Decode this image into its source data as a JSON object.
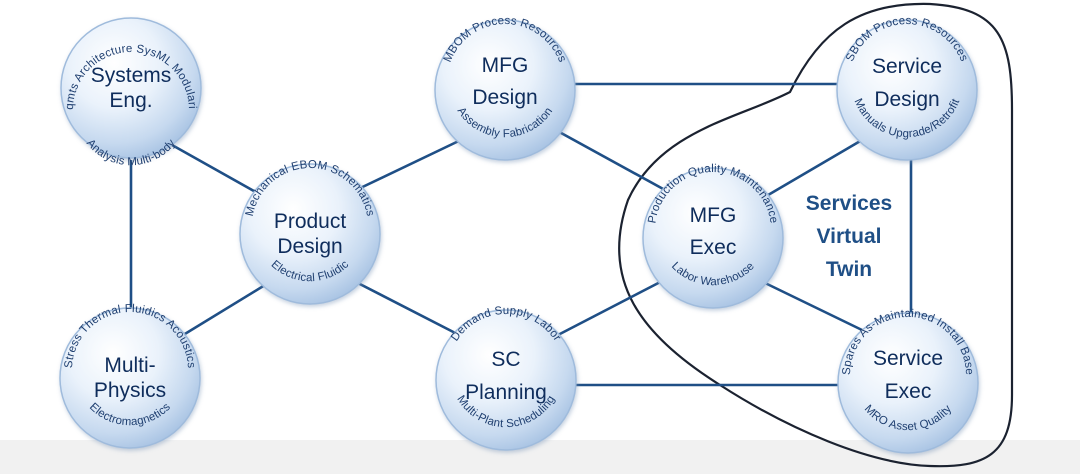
{
  "colors": {
    "edge": "#1f4f86",
    "node_title": "#0f2d5c",
    "ring_text": "#1f3f70",
    "twin_label": "#1f4f86",
    "outline": "#1b2230"
  },
  "services_virtual_twin": {
    "lines": [
      "Services",
      "Virtual",
      "Twin"
    ]
  },
  "nodes": [
    {
      "id": "systems-eng",
      "title": [
        "Systems",
        "Eng."
      ],
      "ring_top": "Rqmts Architecture SysML Modularity",
      "ring_bottom": "Analysis Multi-body"
    },
    {
      "id": "product-design",
      "title": [
        "Product",
        "Design"
      ],
      "ring_top": "Mechanical EBOM Schematics",
      "ring_bottom": "Electrical Fluidic"
    },
    {
      "id": "multi-physics",
      "title": [
        "Multi-",
        "Physics"
      ],
      "ring_top": "Stress Thermal Fluidics Acoustics",
      "ring_bottom": "Electromagnetics"
    },
    {
      "id": "mfg-design",
      "title": [
        "MFG",
        "Design"
      ],
      "ring_top": "MBOM Process Resources",
      "ring_bottom": "Assembly Fabrication"
    },
    {
      "id": "sc-planning",
      "title": [
        "SC",
        "Planning"
      ],
      "ring_top": "Demand Supply Labor",
      "ring_bottom": "Multi-Plant Scheduling"
    },
    {
      "id": "mfg-exec",
      "title": [
        "MFG",
        "Exec"
      ],
      "ring_top": "Production Quality Maintenance",
      "ring_bottom": "Labor Warehouse"
    },
    {
      "id": "service-design",
      "title": [
        "Service",
        "Design"
      ],
      "ring_top": "SBOM Process Resources",
      "ring_bottom": "Manuals Upgrade/Retrofit"
    },
    {
      "id": "service-exec",
      "title": [
        "Service",
        "Exec"
      ],
      "ring_top": "Spares As-Maintained Install Base",
      "ring_bottom": "MRO Asset Quality"
    }
  ]
}
